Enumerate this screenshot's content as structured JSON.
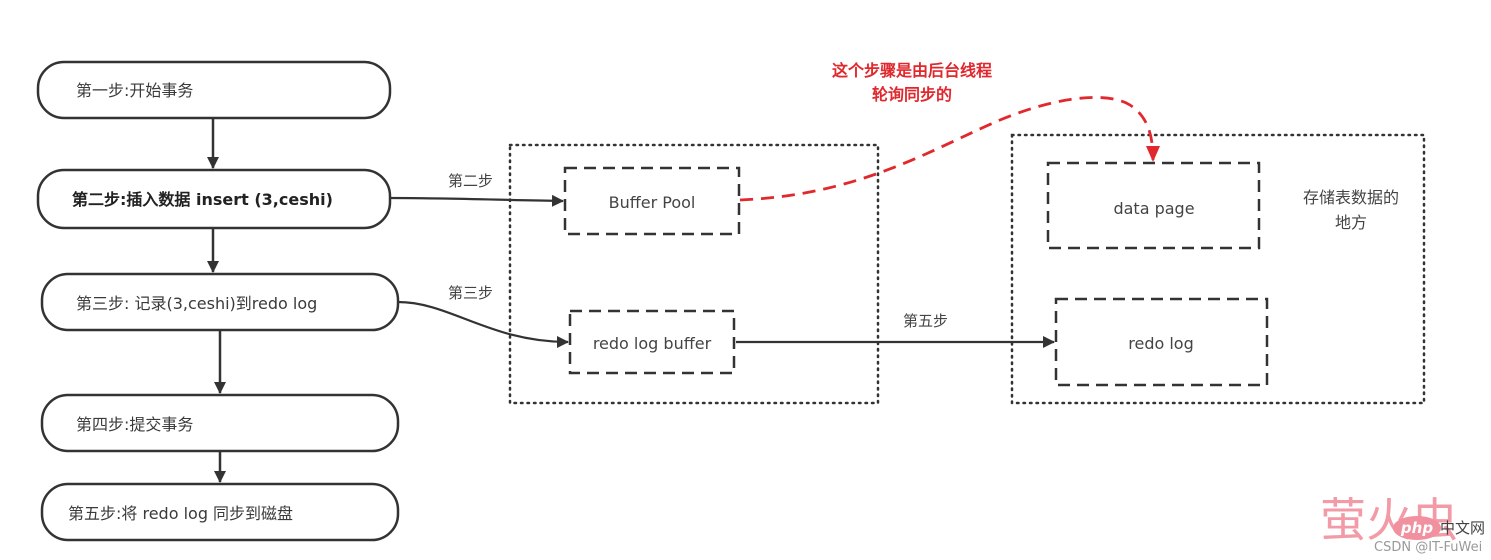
{
  "diagram": {
    "flow_steps": [
      {
        "id": "step1",
        "label": "第一步:开始事务"
      },
      {
        "id": "step2",
        "label": "第二步:插入数据 insert (3,ceshi)"
      },
      {
        "id": "step3",
        "label": "第三步:  记录(3,ceshi)到redo log"
      },
      {
        "id": "step4",
        "label": "第四步:提交事务"
      },
      {
        "id": "step5",
        "label": "第五步:将 redo log 同步到磁盘"
      }
    ],
    "memory_boxes": [
      {
        "id": "buffer_pool",
        "label": "Buffer Pool"
      },
      {
        "id": "redo_log_buffer",
        "label": "redo log buffer"
      }
    ],
    "disk_boxes": [
      {
        "id": "data_page",
        "label": "data page"
      },
      {
        "id": "redo_log",
        "label": "redo log"
      }
    ],
    "edges": [
      {
        "from": "step2",
        "to": "buffer_pool",
        "label": "第二步",
        "style": "solid"
      },
      {
        "from": "step3",
        "to": "redo_log_buffer",
        "label": "第三步",
        "style": "solid"
      },
      {
        "from": "redo_log_buffer",
        "to": "redo_log",
        "label": "第五步",
        "style": "solid"
      },
      {
        "from": "buffer_pool",
        "to": "data_page",
        "label": "",
        "style": "dashed",
        "color": "#e0282d"
      }
    ],
    "annotation": {
      "line1": "这个步骤是由后台线程",
      "line2": "轮询同步的",
      "color": "#e0282d"
    },
    "disk_note": {
      "line1": "存储表数据的",
      "line2": "地方"
    }
  },
  "watermark": {
    "big": "萤火虫",
    "php": "php",
    "cn": "中文网",
    "credit": "CSDN @IT-FuWei"
  }
}
